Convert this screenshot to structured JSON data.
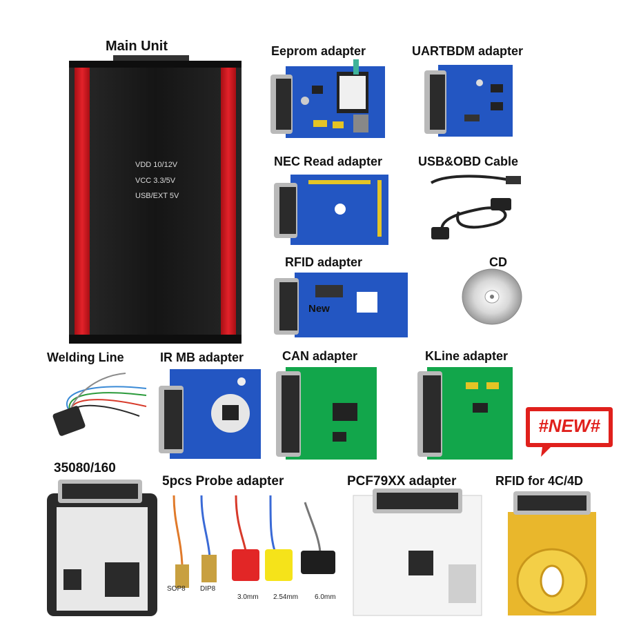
{
  "labels": {
    "main_unit": "Main Unit",
    "eeprom": "Eeprom adapter",
    "uartbdm": "UARTBDM adapter",
    "nec": "NEC Read adapter",
    "usb_obd": "USB&OBD Cable",
    "rfid": "RFID adapter",
    "cd": "CD",
    "welding": "Welding Line",
    "ir_mb": "IR MB adapter",
    "can": "CAN adapter",
    "kline": "KLine adapter",
    "p35080": "35080/160",
    "probe": "5pcs Probe adapter",
    "pcf79xx": "PCF79XX adapter",
    "rfid_4c4d": "RFID for 4C/4D"
  },
  "main_unit_text": {
    "line1": "VDD 10/12V",
    "line2": "VCC 3.3/5V",
    "line3": "USB/EXT 5V"
  },
  "new_badge": "#NEW#",
  "rfid_overlay": "New",
  "probe_sizes": {
    "sop8": "SOP8",
    "dip8": "DIP8",
    "p30": "3.0mm",
    "p254": "2.54mm",
    "p60": "6.0mm"
  },
  "colors": {
    "main_red": "#d6141c",
    "main_black": "#1b1b1b",
    "pcb_blue": "#1f4fb8",
    "pcb_green": "#10a64a",
    "new_red": "#e0201c",
    "rfid_yellow": "#e9b72c"
  }
}
